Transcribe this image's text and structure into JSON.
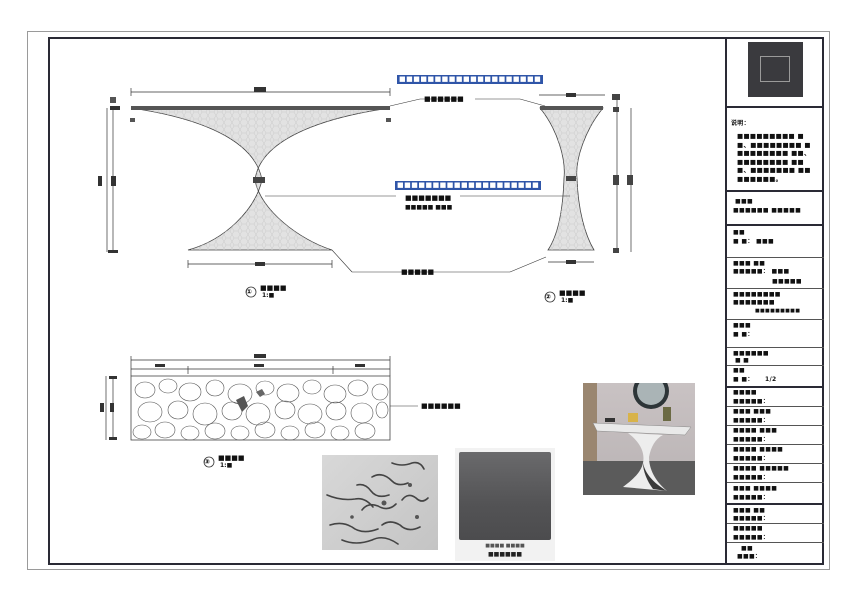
{
  "sheet": {
    "title_block": {
      "thumbnail_icon": "drawing-thumbnail",
      "notes_heading": "说明：",
      "notes_body": "■■■■■■■■■ ■■、■■■■■■■■ ■■■■■■■■■ ■■、■■■■■■■■ ■■■、■■■■■■■ ■■■■■■■■。",
      "project_label": "■■■",
      "project_value": "■■■■■■  ■■■■■",
      "fields": [
        {
          "label": "■■",
          "value": "■  ■：  ■■■"
        },
        {
          "label": "■■■ ■■",
          "value": "■■■■■：  ■■■",
          "value2": "■■■■■"
        },
        {
          "label": "■■■■■■■■",
          "value": "■■■■■■■",
          "value2": "■■■■■■■■■"
        },
        {
          "label": "■■■",
          "value": "■  ■："
        },
        {
          "label": "■■■■■■",
          "value": "■  ■"
        },
        {
          "label": "■■",
          "value": "■  ■：",
          "value2": "1/2"
        }
      ],
      "signatures": [
        {
          "label": "■■■■",
          "value": "■■■■■："
        },
        {
          "label": "■■■ ■■■",
          "value": "■■■■■："
        },
        {
          "label": "■■■■ ■■■",
          "value": "■■■■■："
        },
        {
          "label": "■■■■ ■■■■",
          "value": "■■■■■："
        },
        {
          "label": "■■■■ ■■■■■",
          "value": "■■■■■："
        },
        {
          "label": "■■■ ■■■■",
          "value": "■■■■■："
        }
      ],
      "footer": [
        {
          "label": "■■■ ■■",
          "value": "■■■■■："
        },
        {
          "label": "■■■■■",
          "value": "■■■■■："
        },
        {
          "label": "■■",
          "value": "■■■："
        }
      ]
    },
    "drawing": {
      "front_view": {
        "label_num": "①",
        "label": "■■■■",
        "scale": "1:■",
        "dim_top": "■■■■",
        "dim_bottom": "■■■",
        "dim_height": "■■■"
      },
      "side_view": {
        "label_num": "②",
        "label": "■■■■",
        "scale": "1:■",
        "dim_top": "■■■",
        "dim_bottom": "■■■",
        "dim_height": "■■■"
      },
      "plan_view": {
        "label_num": "③",
        "label": "■■■■",
        "scale": "1:■",
        "dim_total": "■■■■",
        "dim_left": "■■■",
        "dim_mid": "■■■",
        "dim_right": "■■■",
        "dim_height": "■■■"
      },
      "callouts": {
        "top_blue": "■■■■■■■■■■■■■■■■■■■■",
        "top_material": "■■■■■■",
        "mid_blue": "■■■■■■■■■■■■■■■■■■■■",
        "mid_material_line1": "■■■■■■■",
        "mid_material_line2": "■■■■■ ■■■",
        "base_material": "■■■■■",
        "plan_material": "■■■■■■"
      }
    },
    "swatches": {
      "marble_swatch": "marble-texture",
      "metal_swatch": "dark-metal-finish",
      "metal_caption_line1": "■■■■  ■■■■",
      "metal_caption_line2": "■■■■■■",
      "reference_photo": "console-table-photo"
    },
    "colors": {
      "border": "#2a2a35",
      "callout_blue": "#2f55a8",
      "table_fill": "#e4e4e4",
      "metal": "#5a5a5c"
    }
  }
}
